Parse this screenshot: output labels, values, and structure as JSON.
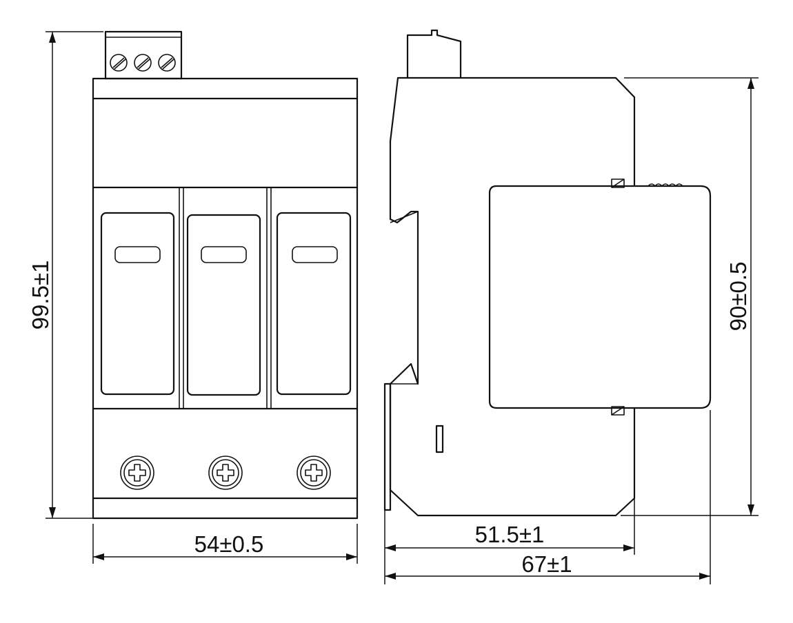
{
  "dimensions": {
    "front_height": "99.5±1",
    "front_width": "54±0.5",
    "side_height": "90±0.5",
    "side_depth_rail": "51.5±1",
    "side_depth_total": "67±1"
  }
}
